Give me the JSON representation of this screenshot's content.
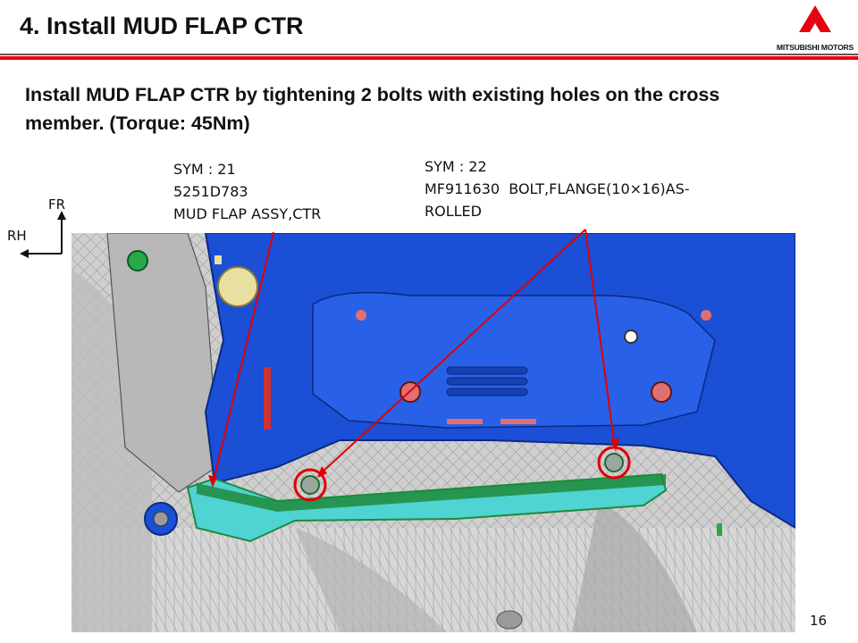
{
  "header": {
    "title": "4. Install MUD FLAP CTR",
    "brand": "MITSUBISHI MOTORS",
    "brand_color": "#e60012"
  },
  "instruction": {
    "line1": "Install MUD FLAP CTR by tightening 2 bolts with existing holes on the cross",
    "line2": "member. (Torque: 45Nm)"
  },
  "callouts": {
    "mud_flap": {
      "sym": "SYM : 21",
      "part_no": "5251D783",
      "name": "MUD FLAP ASSY,CTR"
    },
    "bolt": {
      "sym": "SYM : 22",
      "line1": "MF911630  BOLT,FLANGE(10×16)AS-",
      "line2": "ROLLED"
    }
  },
  "directions": {
    "front": "FR",
    "right": "RH"
  },
  "colors": {
    "cross_member": "#1a4fd6",
    "mud_flap": "#4fd3d3",
    "mud_flap_edge": "#1f8a3a",
    "leader_line": "#e00000"
  },
  "page": {
    "number": "16"
  }
}
